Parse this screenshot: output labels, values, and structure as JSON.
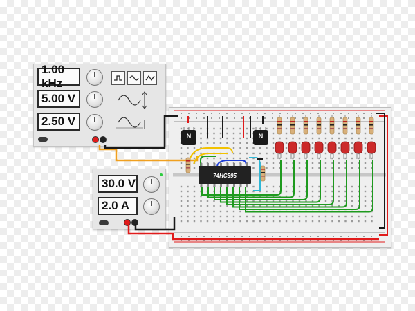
{
  "function_generator": {
    "frequency": "1.00 kHz",
    "amplitude": "5.00 V",
    "offset": "2.50 V",
    "waveforms": [
      "square-wave-icon",
      "sine-wave-icon",
      "triangle-wave-icon"
    ]
  },
  "power_supply": {
    "voltage": "30.0 V",
    "current": "2.0 A"
  },
  "breadboard": {
    "ic_label": "74HC595",
    "transistor_label": "N",
    "led_count": 8,
    "led_color": "#cc2a2a",
    "wire_colors": {
      "red": "#e01b1b",
      "black": "#1a1a1a",
      "green": "#1e9a1e",
      "yellow": "#f2c200",
      "blue": "#1f3fd6",
      "cyan": "#2fb7d6",
      "orange": "#f0a020"
    }
  }
}
